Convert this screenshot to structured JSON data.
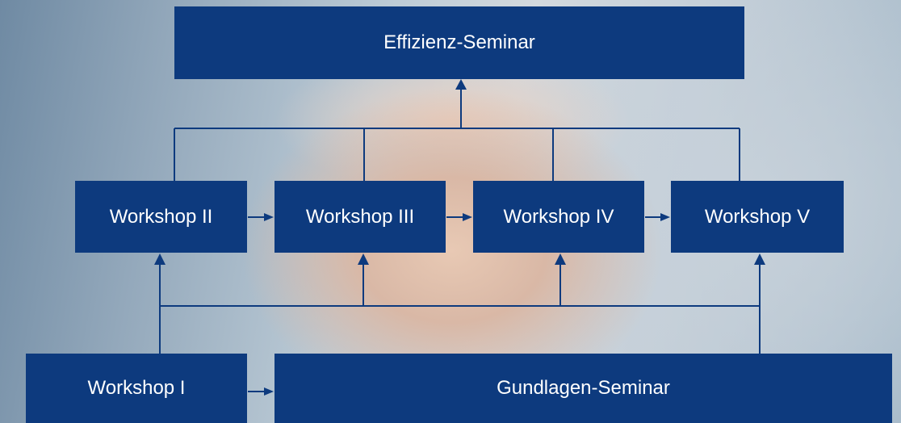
{
  "diagram": {
    "top_seminar": "Effizienz-Seminar",
    "workshops": [
      "Workshop II",
      "Workshop III",
      "Workshop IV",
      "Workshop V"
    ],
    "workshop_one": "Workshop I",
    "bottom_seminar": "Gundlagen-Seminar",
    "colors": {
      "box": "#0d3a7e",
      "line": "#0d3a7e",
      "text": "#ffffff"
    }
  }
}
